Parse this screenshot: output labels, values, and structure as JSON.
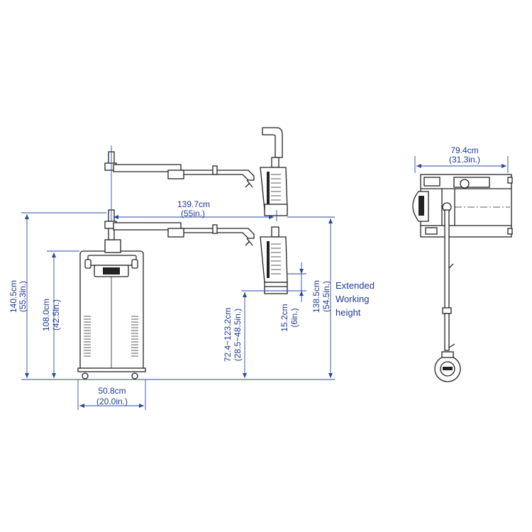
{
  "colors": {
    "dimension": "#1f3a93",
    "drawing": "#222222",
    "background": "#ffffff"
  },
  "dimensions": {
    "reach": {
      "metric": "139.7cm",
      "imperial": "(55in.)"
    },
    "total_height": {
      "metric": "140.5cm",
      "imperial": "(55.3in.)"
    },
    "body_height": {
      "metric": "108.0cm",
      "imperial": "(42.5in.)"
    },
    "base_width": {
      "metric": "50.8cm",
      "imperial": "(20.0in.)"
    },
    "head_range": {
      "metric": "72.4~123.2cm",
      "imperial": "(28.5~48.5in.)"
    },
    "head_size": {
      "metric": "15.2cm",
      "imperial": "(6in.)"
    },
    "extended": {
      "metric": "138.5cm",
      "imperial": "(54.5in.)"
    },
    "top_width": {
      "metric": "79.4cm",
      "imperial": "(31.3in.)"
    }
  },
  "label_extended": [
    "Extended",
    "Working",
    "height"
  ]
}
